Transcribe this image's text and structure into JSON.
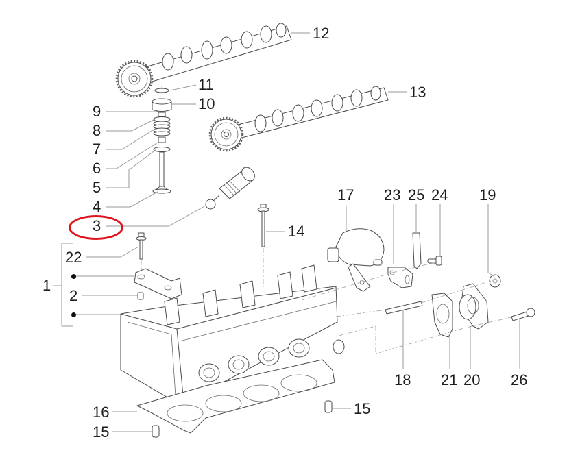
{
  "diagram": {
    "title": "Cylinder head exploded parts view",
    "highlight_color": "#e0141c",
    "highlighted_callout": "3",
    "callouts": [
      {
        "id": "12",
        "label": "12",
        "part": "Camshaft (upper)"
      },
      {
        "id": "11",
        "label": "11",
        "part": "Shim"
      },
      {
        "id": "10",
        "label": "10",
        "part": "Tappet / bucket"
      },
      {
        "id": "9",
        "label": "9",
        "part": "Valve cotters"
      },
      {
        "id": "8",
        "label": "8",
        "part": "Upper spring retainer"
      },
      {
        "id": "7",
        "label": "7",
        "part": "Valve spring"
      },
      {
        "id": "6",
        "label": "6",
        "part": "Valve stem seal"
      },
      {
        "id": "5",
        "label": "5",
        "part": "Lower spring seat"
      },
      {
        "id": "4",
        "label": "4",
        "part": "Valve"
      },
      {
        "id": "3",
        "label": "3",
        "part": "Hydraulic lash adjuster"
      },
      {
        "id": "13",
        "label": "13",
        "part": "Camshaft (lower)"
      },
      {
        "id": "14",
        "label": "14",
        "part": "Head bolt"
      },
      {
        "id": "22",
        "label": "22",
        "part": "Cam cap bolt"
      },
      {
        "id": "1",
        "label": "1",
        "part": "Cylinder head assembly"
      },
      {
        "id": "2",
        "label": "2",
        "part": "Dowel"
      },
      {
        "id": "17",
        "label": "17",
        "part": "Actuator"
      },
      {
        "id": "23",
        "label": "23",
        "part": "Bracket"
      },
      {
        "id": "25",
        "label": "25",
        "part": "Clip"
      },
      {
        "id": "24",
        "label": "24",
        "part": "Screw"
      },
      {
        "id": "19",
        "label": "19",
        "part": "Bushing"
      },
      {
        "id": "18",
        "label": "18",
        "part": "Stud"
      },
      {
        "id": "21",
        "label": "21",
        "part": "Gasket"
      },
      {
        "id": "20",
        "label": "20",
        "part": "Flange housing"
      },
      {
        "id": "26",
        "label": "26",
        "part": "Bolt"
      },
      {
        "id": "16",
        "label": "16",
        "part": "Head gasket"
      },
      {
        "id": "15a",
        "label": "15",
        "part": "Dowel sleeve"
      },
      {
        "id": "15b",
        "label": "15",
        "part": "Dowel sleeve"
      }
    ]
  },
  "labels": {
    "c12": "12",
    "c11": "11",
    "c10": "10",
    "c9": "9",
    "c8": "8",
    "c7": "7",
    "c6": "6",
    "c5": "5",
    "c4": "4",
    "c3": "3",
    "c13": "13",
    "c14": "14",
    "c22": "22",
    "c1": "1",
    "c2": "2",
    "c17": "17",
    "c23": "23",
    "c25": "25",
    "c24": "24",
    "c19": "19",
    "c18": "18",
    "c21": "21",
    "c20": "20",
    "c26": "26",
    "c16": "16",
    "c15a": "15",
    "c15b": "15"
  }
}
